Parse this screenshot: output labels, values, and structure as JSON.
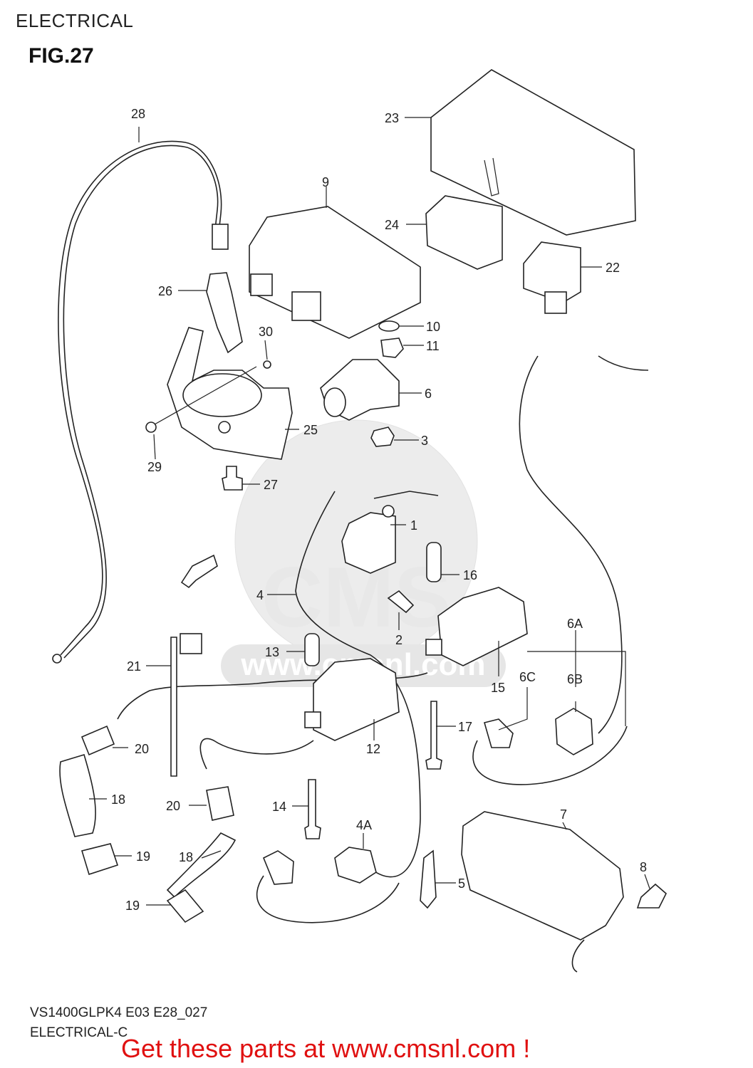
{
  "header": {
    "title": "ELECTRICAL",
    "figure": "FIG.27"
  },
  "watermark": {
    "text": "www.cmsnl.com",
    "brand": "CMS"
  },
  "callouts": [
    "28",
    "23",
    "9",
    "24",
    "22",
    "26",
    "30",
    "10",
    "11",
    "6",
    "25",
    "29",
    "3",
    "27",
    "1",
    "16",
    "4",
    "2",
    "13",
    "15",
    "6A",
    "6C",
    "6B",
    "21",
    "12",
    "17",
    "20",
    "18",
    "14",
    "4A",
    "7",
    "5",
    "19",
    "8"
  ],
  "footer": {
    "model_code": "VS1400GLPK4 E03 E28_027",
    "section": "ELECTRICAL-C",
    "cta": "Get these parts at www.cmsnl.com !"
  },
  "colors": {
    "cta": "#e01010",
    "line": "#222222",
    "watermark": "#e8e8e8"
  }
}
